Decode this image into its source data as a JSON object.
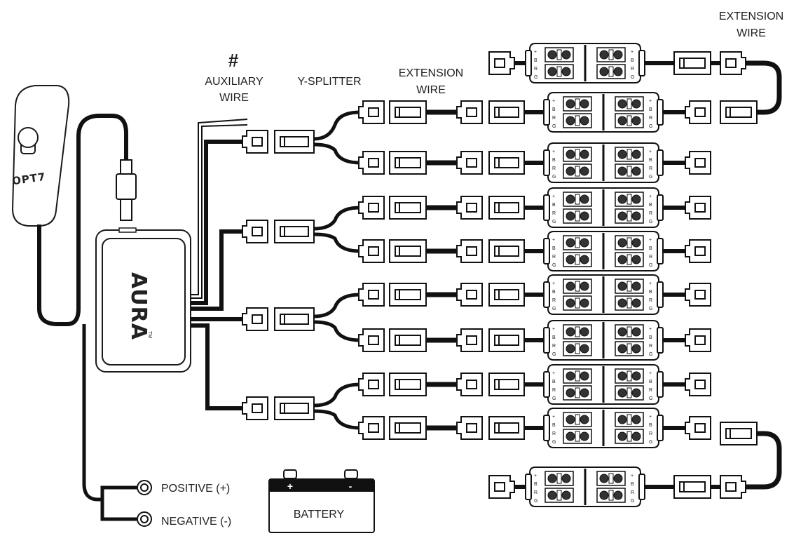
{
  "labels": {
    "hash": "#",
    "auxiliary_line1": "AUXILIARY",
    "auxiliary_line2": "WIRE",
    "y_splitter": "Y-SPLITTER",
    "extension_mid_line1": "EXTENSION",
    "extension_mid_line2": "WIRE",
    "extension_top_line1": "EXTENSION",
    "extension_top_line2": "WIRE",
    "positive": "POSITIVE (+)",
    "negative": "NEGATIVE (-)",
    "battery": "BATTERY",
    "battery_plus": "+",
    "battery_minus": "-",
    "controller_brand": "AURA",
    "controller_tm": "TM",
    "remote_brand": "OPT7"
  },
  "pod_pins_left": [
    "+",
    "B",
    "R",
    "G"
  ],
  "pod_pins_right": [
    "+",
    "B",
    "R",
    "G"
  ],
  "colors": {
    "line": "#1a1a1a",
    "wire": "#111111",
    "background": "#ffffff"
  }
}
